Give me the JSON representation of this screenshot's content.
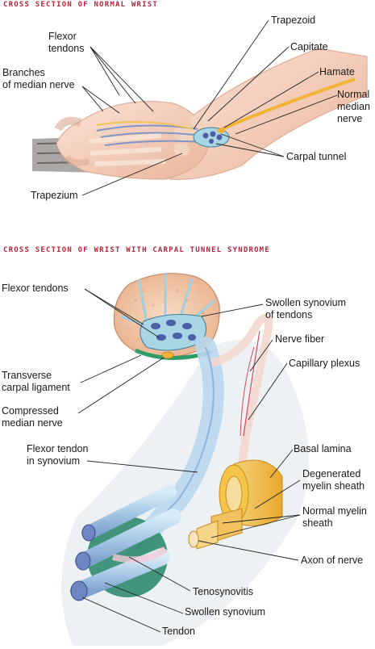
{
  "sections": {
    "normal": {
      "heading": "CROSS SECTION OF NORMAL WRIST",
      "labels": {
        "flexor_tendons_1": "Flexor",
        "flexor_tendons_2": "tendons",
        "branches_1": "Branches",
        "branches_2": "of median nerve",
        "trapezoid": "Trapezoid",
        "capitate": "Capitate",
        "hamate": "Hamate",
        "normal_median_1": "Normal",
        "normal_median_2": "median",
        "normal_median_3": "nerve",
        "carpal_tunnel": "Carpal tunnel",
        "trapezium": "Trapezium"
      }
    },
    "syndrome": {
      "heading": "CROSS SECTION OF WRIST WITH CARPAL TUNNEL SYNDROME",
      "labels": {
        "flexor_tendons": "Flexor tendons",
        "swollen_synovium_tendons_1": "Swollen synovium",
        "swollen_synovium_tendons_2": "of tendons",
        "nerve_fiber": "Nerve fiber",
        "capillary_plexus": "Capillary plexus",
        "transverse_1": "Transverse",
        "transverse_2": "carpal ligament",
        "compressed_1": "Compressed",
        "compressed_2": "median nerve",
        "flexor_synovium_1": "Flexor tendon",
        "flexor_synovium_2": "in synovium",
        "basal_lamina": "Basal lamina",
        "degenerated_1": "Degenerated",
        "degenerated_2": "myelin sheath",
        "normal_myelin_1": "Normal myelin",
        "normal_myelin_2": "sheath",
        "axon": "Axon of nerve",
        "tenosynovitis": "Tenosynovitis",
        "swollen_synovium": "Swollen synovium",
        "tendon": "Tendon"
      }
    }
  },
  "colors": {
    "heading": "#b3243a",
    "bone": "#f3c9a9",
    "synovium": "#a9d6e5",
    "tendon": "#4a5fa5",
    "nerve": "#f2b233",
    "skin": "#f6d2bf"
  }
}
